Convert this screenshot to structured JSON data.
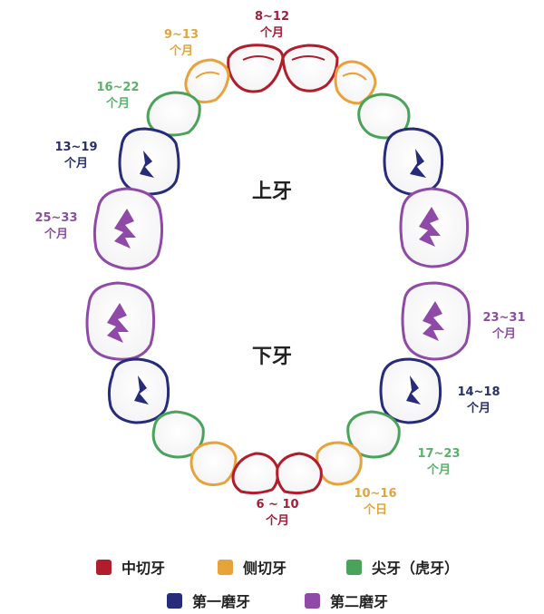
{
  "center": {
    "upper": "上牙",
    "lower": "下牙"
  },
  "colors": {
    "central_incisor": "#b01e2c",
    "lateral_incisor": "#e8a23a",
    "canine": "#4aa35a",
    "first_molar": "#262c7a",
    "second_molar": "#8e4aa6",
    "central_label": "#a0203a",
    "lateral_label": "#e0a540",
    "canine_label": "#5bb06a",
    "first_label": "#2a2f6a",
    "second_label": "#8a4f9e"
  },
  "upper_labels": [
    {
      "range": "8~12",
      "unit": "个月",
      "tooth": "central_incisor"
    },
    {
      "range": "9~13",
      "unit": "个月",
      "tooth": "lateral_incisor"
    },
    {
      "range": "16~22",
      "unit": "个月",
      "tooth": "canine"
    },
    {
      "range": "13~19",
      "unit": "个月",
      "tooth": "first_molar"
    },
    {
      "range": "25~33",
      "unit": "个月",
      "tooth": "second_molar"
    }
  ],
  "lower_labels": [
    {
      "range": "6 ~ 10",
      "unit": "个月",
      "tooth": "central_incisor"
    },
    {
      "range": "10~16",
      "unit": "个日",
      "tooth": "lateral_incisor"
    },
    {
      "range": "17~23",
      "unit": "个月",
      "tooth": "canine"
    },
    {
      "range": "14~18",
      "unit": "个月",
      "tooth": "first_molar"
    },
    {
      "range": "23~31",
      "unit": "个月",
      "tooth": "second_molar"
    }
  ],
  "legend": [
    {
      "label": "中切牙",
      "color": "#b01e2c"
    },
    {
      "label": "侧切牙",
      "color": "#e8a23a"
    },
    {
      "label": "尖牙（虎牙）",
      "color": "#4aa35a"
    },
    {
      "label": "第一磨牙",
      "color": "#262c7a"
    },
    {
      "label": "第二磨牙",
      "color": "#8e4aa6"
    }
  ]
}
